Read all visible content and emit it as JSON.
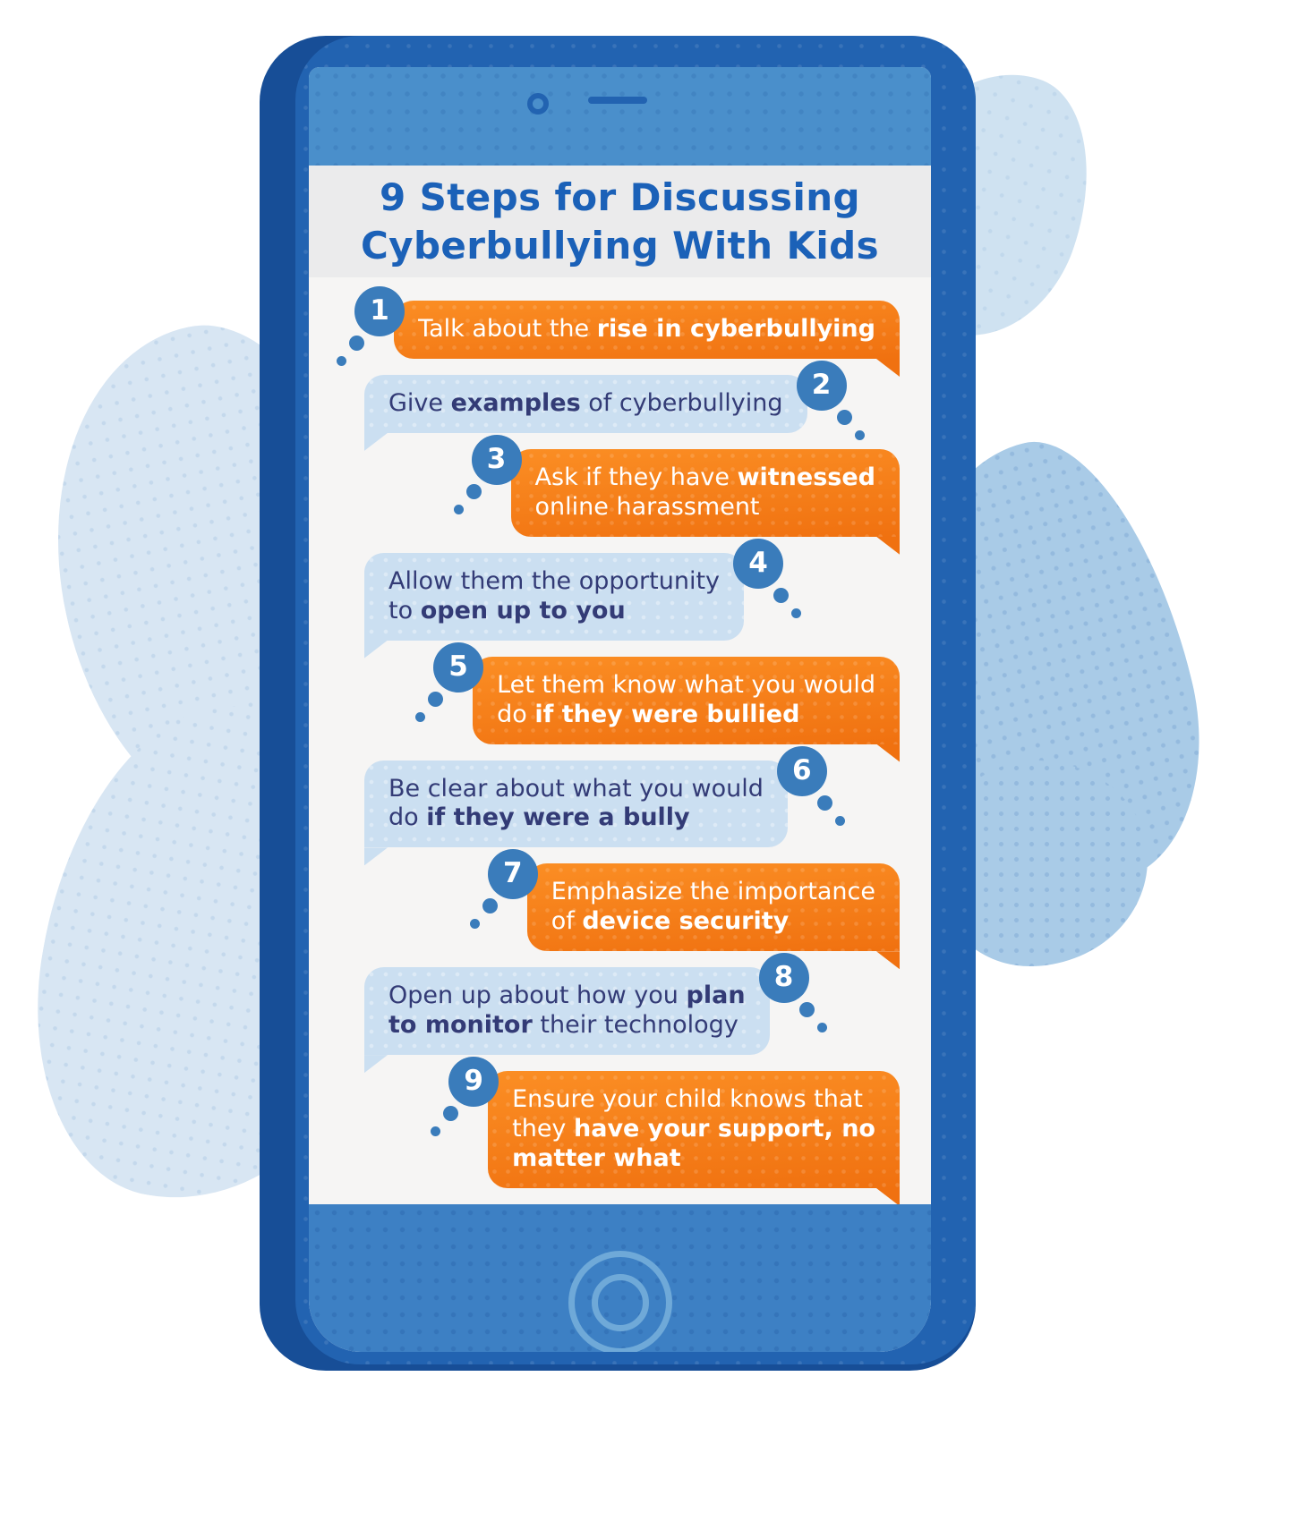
{
  "title": {
    "text": "9 Steps for Discussing\nCyberbullying With Kids"
  },
  "colors": {
    "orange_start": "#FB8E24",
    "orange_end": "#F07110",
    "bubble_blue": "#CBDFF1",
    "bubble_text_navy": "#333B76",
    "badge_blue": "#3A7CBB",
    "title_blue": "#1B61B8",
    "phone_face": "#2263B1",
    "phone_edge": "#174E97",
    "status_band": "#4A8FCB",
    "home_band": "#3D80C4"
  },
  "bubbles": [
    {
      "number": "1",
      "side": "right",
      "segments": [
        {
          "t": "Talk about the ",
          "b": false
        },
        {
          "t": "rise in cyberbullying",
          "b": true
        }
      ]
    },
    {
      "number": "2",
      "side": "left",
      "segments": [
        {
          "t": "Give ",
          "b": false
        },
        {
          "t": "examples",
          "b": true
        },
        {
          "t": " of cyberbullying",
          "b": false
        }
      ]
    },
    {
      "number": "3",
      "side": "right",
      "segments": [
        {
          "t": "Ask if they have ",
          "b": false
        },
        {
          "t": "witnessed",
          "b": true
        },
        {
          "t": "\nonline harassment",
          "b": false
        }
      ]
    },
    {
      "number": "4",
      "side": "left",
      "segments": [
        {
          "t": "Allow them the opportunity\nto ",
          "b": false
        },
        {
          "t": "open up to you",
          "b": true
        }
      ]
    },
    {
      "number": "5",
      "side": "right",
      "segments": [
        {
          "t": "Let them know what you would\ndo ",
          "b": false
        },
        {
          "t": "if they were bullied",
          "b": true
        }
      ]
    },
    {
      "number": "6",
      "side": "left",
      "segments": [
        {
          "t": "Be clear about what you would\ndo ",
          "b": false
        },
        {
          "t": "if they were a bully",
          "b": true
        }
      ]
    },
    {
      "number": "7",
      "side": "right",
      "segments": [
        {
          "t": "Emphasize the importance\nof ",
          "b": false
        },
        {
          "t": "device security",
          "b": true
        }
      ]
    },
    {
      "number": "8",
      "side": "left",
      "segments": [
        {
          "t": "Open up about how you ",
          "b": false
        },
        {
          "t": "plan\nto monitor",
          "b": true
        },
        {
          "t": " their technology",
          "b": false
        }
      ]
    },
    {
      "number": "9",
      "side": "right",
      "segments": [
        {
          "t": "Ensure your child knows that\nthey ",
          "b": false
        },
        {
          "t": "have your support, no\nmatter what",
          "b": true
        }
      ]
    }
  ]
}
